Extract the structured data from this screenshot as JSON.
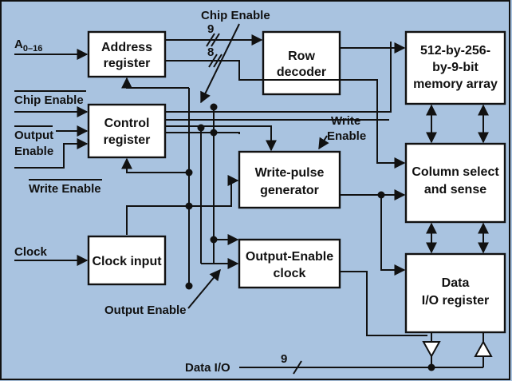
{
  "blocks": {
    "address_register": [
      "Address",
      "register"
    ],
    "row_decoder": [
      "Row",
      "decoder"
    ],
    "memory_array": [
      "512-by-256-",
      "by-9-bit",
      "memory array"
    ],
    "control_register": [
      "Control",
      "register"
    ],
    "write_pulse_generator": [
      "Write-pulse",
      "generator"
    ],
    "column_select": [
      "Column select",
      "and sense"
    ],
    "clock_input": [
      "Clock input"
    ],
    "output_enable_clock": [
      "Output-Enable",
      "clock"
    ],
    "data_io_register": [
      "Data",
      "I/O register"
    ]
  },
  "signals": {
    "address_main": "A",
    "address_sub": "0–16",
    "chip_enable_top": "Chip Enable",
    "chip_enable_left": "Chip Enable",
    "output_enable_line1": "Output",
    "output_enable_line2": "Enable",
    "write_enable_left": "Write Enable",
    "write_enable_right_line1": "Write",
    "write_enable_right_line2": "Enable",
    "clock": "Clock",
    "output_enable_bottom": "Output Enable",
    "data_io": "Data I/O"
  },
  "bus_widths": {
    "address_to_row": "9",
    "address_to_column": "8",
    "data_io": "9"
  }
}
